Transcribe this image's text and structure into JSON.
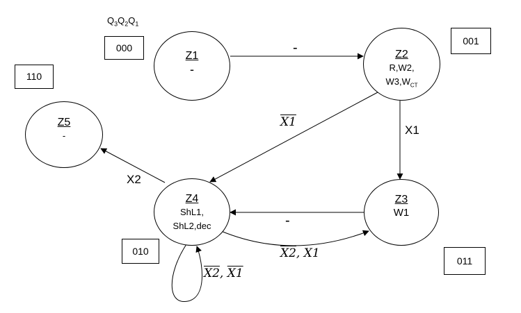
{
  "header": {
    "bits": [
      {
        "q": "Q",
        "sub": "3"
      },
      {
        "q": "Q",
        "sub": "2"
      },
      {
        "q": "Q",
        "sub": "1"
      }
    ]
  },
  "states": {
    "z1": {
      "name": "Z1",
      "out1": "-",
      "code": "000"
    },
    "z2": {
      "name": "Z2",
      "out1": "R,W2,",
      "out2_main": "W3,W",
      "out2_sub": "CT",
      "code": "001"
    },
    "z3": {
      "name": "Z3",
      "out1": "W1",
      "code": "011"
    },
    "z4": {
      "name": "Z4",
      "out1": "ShL1,",
      "out2": "ShL2,dec",
      "code": "010"
    },
    "z5": {
      "name": "Z5",
      "out1": "-",
      "code": "110"
    }
  },
  "transitions": {
    "z1_z2": "-",
    "z2_z3": "X1",
    "z2_z4": "X1",
    "z4_z5": "X2",
    "z3_z4": "-",
    "z4_z3": {
      "a": "X2",
      "sep": ", ",
      "b": "X1"
    },
    "z4_self": {
      "a": "X2",
      "sep": ", ",
      "b": "X1"
    }
  }
}
